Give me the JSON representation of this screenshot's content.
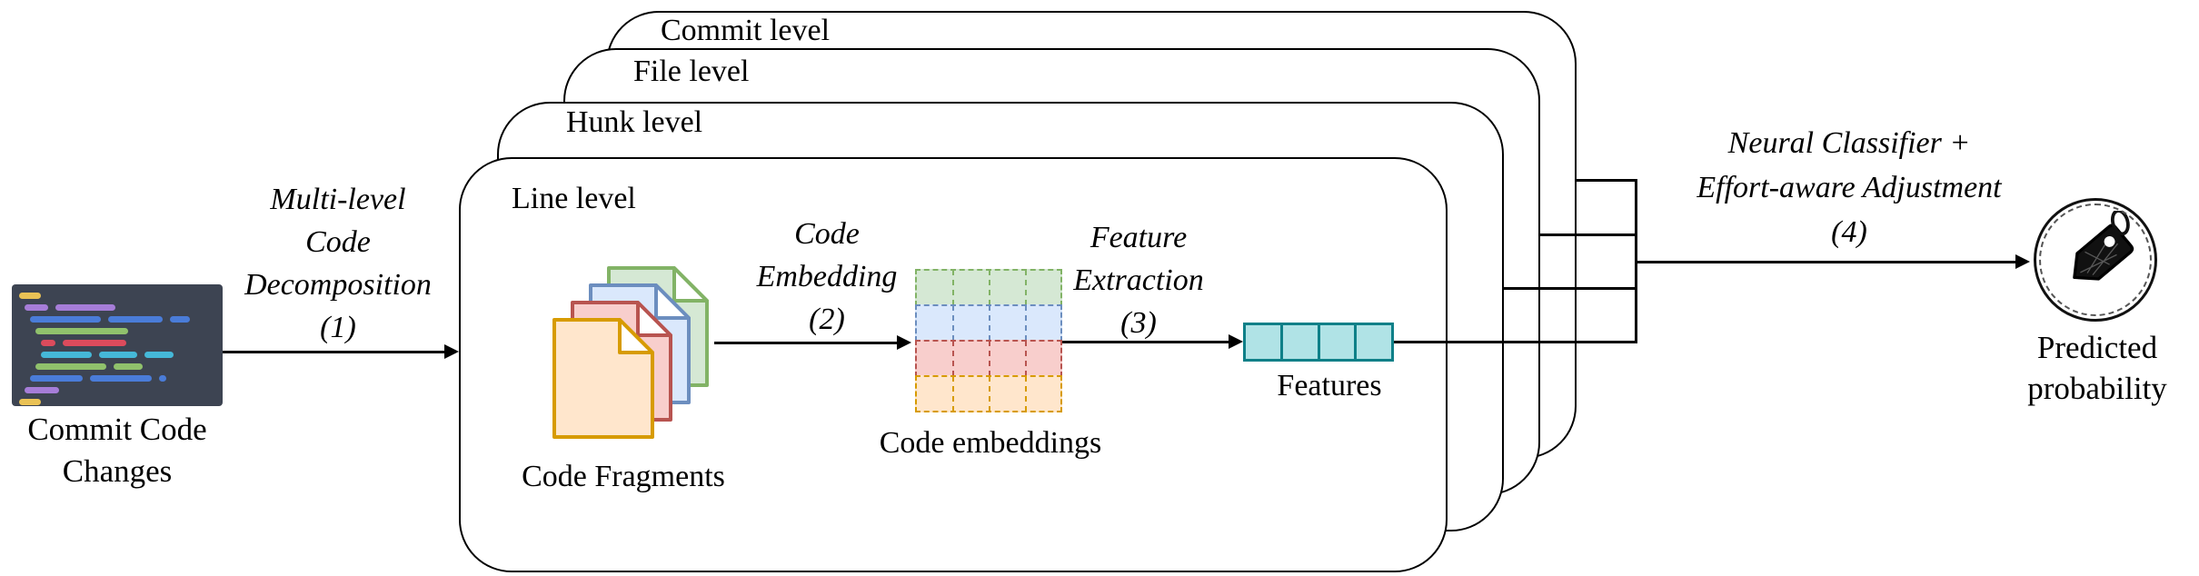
{
  "input": {
    "title_lines": [
      "Commit Code",
      "Changes"
    ]
  },
  "levels": [
    "Commit level",
    "File level",
    "Hunk level",
    "Line level"
  ],
  "steps": {
    "step1": [
      "Multi-level",
      "Code",
      "Decomposition",
      "(1)"
    ],
    "step2": [
      "Code",
      "Embedding",
      "(2)"
    ],
    "step3": [
      "Feature",
      "Extraction",
      "(3)"
    ],
    "step4": [
      "Neural Classifier +",
      "Effort-aware Adjustment",
      "(4)"
    ]
  },
  "labels": {
    "code_fragments": "Code Fragments",
    "code_embeddings": "Code embeddings",
    "features": "Features",
    "output_lines": [
      "Predicted",
      "probability"
    ]
  },
  "palette": {
    "green": {
      "fill": "#d5e8d4",
      "stroke": "#82b366"
    },
    "blue": {
      "fill": "#dae8fc",
      "stroke": "#6c8ebf"
    },
    "red": {
      "fill": "#f8cecc",
      "stroke": "#b85450"
    },
    "orange": {
      "fill": "#ffe6cc",
      "stroke": "#d79b00"
    },
    "teal_fill": "#b0e3e6",
    "teal_stroke": "#0e8088",
    "line_color": "#000000"
  },
  "code_fragments": {
    "stack_back_to_front": [
      "green",
      "blue",
      "red",
      "orange"
    ]
  },
  "embedding_grid": {
    "rows_top_to_bottom": [
      "green",
      "blue",
      "red",
      "orange"
    ],
    "cols": 4
  },
  "features_box": {
    "cells": 4
  },
  "code_image": {
    "bg": "#3d4452",
    "bar_colors": {
      "yellow": "#eac255",
      "purple": "#a67dd8",
      "blue": "#4a7cd8",
      "green": "#90c16c",
      "red": "#dc4b5c",
      "cyan": "#45b8d8"
    },
    "rows": [
      {
        "indent": 8,
        "bars": [
          {
            "c": "yellow",
            "w": 24
          }
        ]
      },
      {
        "indent": 14,
        "bars": [
          {
            "c": "purple",
            "w": 26
          },
          {
            "c": "purple",
            "w": 66
          }
        ]
      },
      {
        "indent": 20,
        "bars": [
          {
            "c": "blue",
            "w": 78
          },
          {
            "c": "blue",
            "w": 60
          },
          {
            "c": "blue",
            "w": 22
          }
        ]
      },
      {
        "indent": 26,
        "bars": [
          {
            "c": "green",
            "w": 102
          }
        ]
      },
      {
        "indent": 32,
        "bars": [
          {
            "c": "red",
            "w": 16
          },
          {
            "c": "red",
            "w": 70
          }
        ]
      },
      {
        "indent": 32,
        "bars": [
          {
            "c": "cyan",
            "w": 56
          },
          {
            "c": "cyan",
            "w": 42
          },
          {
            "c": "cyan",
            "w": 32
          }
        ]
      },
      {
        "indent": 26,
        "bars": [
          {
            "c": "green",
            "w": 78
          },
          {
            "c": "green",
            "w": 32
          }
        ]
      },
      {
        "indent": 20,
        "bars": [
          {
            "c": "blue",
            "w": 58
          },
          {
            "c": "blue",
            "w": 68
          },
          {
            "c": "blue",
            "w": 8
          }
        ]
      },
      {
        "indent": 14,
        "bars": [
          {
            "c": "purple",
            "w": 38
          }
        ]
      },
      {
        "indent": 8,
        "bars": [
          {
            "c": "yellow",
            "w": 24
          }
        ]
      }
    ]
  }
}
